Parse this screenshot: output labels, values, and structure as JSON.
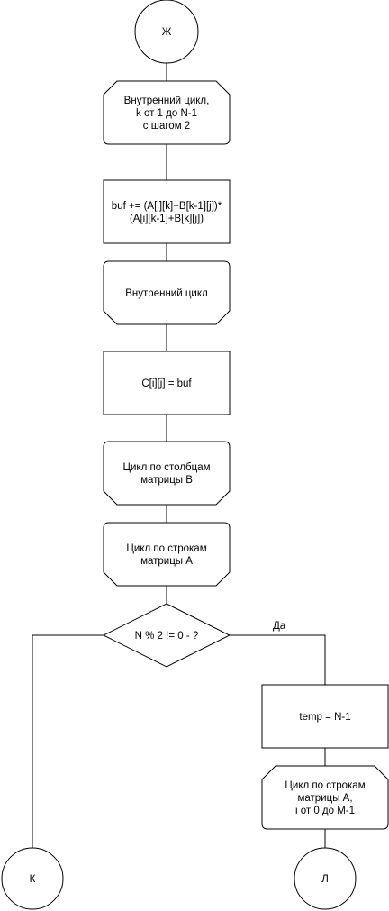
{
  "connectors": {
    "top": "Ж",
    "bottom_left": "К",
    "bottom_right": "Л"
  },
  "inner_loop_start": {
    "line1": "Внутренний цикл,",
    "line2": "k от 1 до N-1",
    "line3": "с шагом 2"
  },
  "buf_process": {
    "line1": "buf += (A[i][k]+B[k-1][j])*",
    "line2": "(A[i][k-1]+B[k][j])"
  },
  "inner_loop_end": {
    "line1": "Внутренний цикл"
  },
  "assign_c": {
    "line1": "C[i][j] = buf"
  },
  "col_loop_end": {
    "line1": "Цикл по столбцам",
    "line2": "матрицы B"
  },
  "row_loop_end": {
    "line1": "Цикл по строкам",
    "line2": "матрицы A"
  },
  "decision": {
    "line1": "N % 2 != 0 - ?",
    "yes_label": "Да"
  },
  "temp_process": {
    "line1": "temp = N-1"
  },
  "row_loop_start2": {
    "line1": "Цикл по строкам",
    "line2": "матрицы A,",
    "line3": "i от 0 до M-1"
  }
}
